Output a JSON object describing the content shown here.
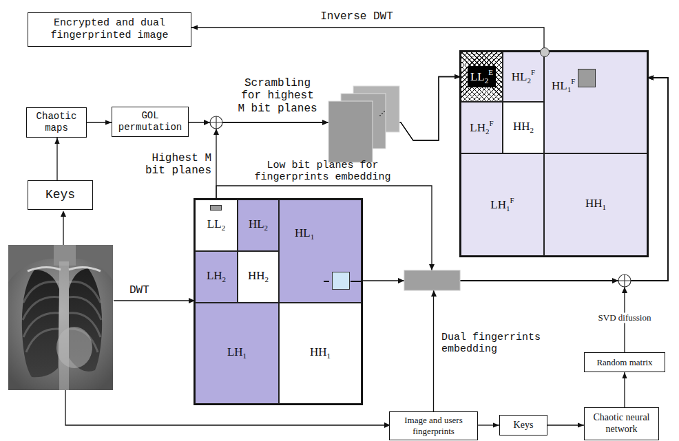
{
  "diagram": {
    "nodes": [
      {
        "text": [
          "Encrypted and dual fingerprinted image"
        ]
      },
      {
        "text": [
          "LL",
          "2",
          "E"
        ]
      },
      {
        "text": [
          "HL",
          "2",
          "F"
        ]
      },
      {
        "text": [
          "HL",
          "1",
          "F"
        ]
      },
      {
        "text": [
          "Chaotic maps"
        ]
      },
      {
        "text": [
          "GOL permutation"
        ]
      },
      {
        "text": [
          "LH",
          "2",
          "F"
        ]
      },
      {
        "text": [
          "HH",
          "2"
        ]
      },
      {
        "text": [
          "LH",
          "1",
          "F"
        ]
      },
      {
        "text": [
          "HH",
          "1"
        ]
      },
      {
        "text": [
          "Keys"
        ]
      },
      {
        "text": [
          "LL",
          "2"
        ]
      },
      {
        "text": [
          "HL",
          "2"
        ]
      },
      {
        "text": [
          "HL",
          "1"
        ]
      },
      {
        "text": [
          "LH",
          "2"
        ]
      },
      {
        "text": [
          "HH",
          "2"
        ]
      },
      {
        "text": [
          "LH",
          "1"
        ]
      },
      {
        "text": [
          "HH",
          "1"
        ]
      },
      {
        "text": [
          "Random matrix"
        ]
      },
      {
        "text": [
          "Image and users fingerprints"
        ]
      },
      {
        "text": [
          "Keys"
        ]
      },
      {
        "text": [
          "Chaotic neural network"
        ]
      }
    ],
    "edges": [
      {
        "from": 10,
        "to": 4,
        "arrow": "to"
      },
      {
        "from": 4,
        "to": 5,
        "arrow": "to"
      },
      {
        "from": 5,
        "to": 1,
        "arrow": "to"
      },
      {
        "from": 11,
        "to": 1,
        "arrow": "to"
      },
      {
        "from": 11,
        "to": 3,
        "arrow": "to"
      },
      {
        "from": 13,
        "to": 3,
        "arrow": "to"
      },
      {
        "from": 19,
        "to": 3,
        "arrow": "to"
      },
      {
        "from": 18,
        "to": 3,
        "label": "SVD difussion",
        "arrow": "to"
      },
      {
        "from": 3,
        "to": 0,
        "label": "Inverse DWT",
        "arrow": "to"
      },
      {
        "from": 19,
        "to": 20,
        "arrow": "to"
      },
      {
        "from": 20,
        "to": 21,
        "arrow": "to"
      },
      {
        "from": 21,
        "to": 18,
        "arrow": "to"
      }
    ],
    "labels": [
      "Scrambling for highest M bit planes",
      "Highest M bit planes",
      "Low bit planes for fingerprints embedding",
      "DWT",
      "Dual fingerrints embedding"
    ]
  }
}
